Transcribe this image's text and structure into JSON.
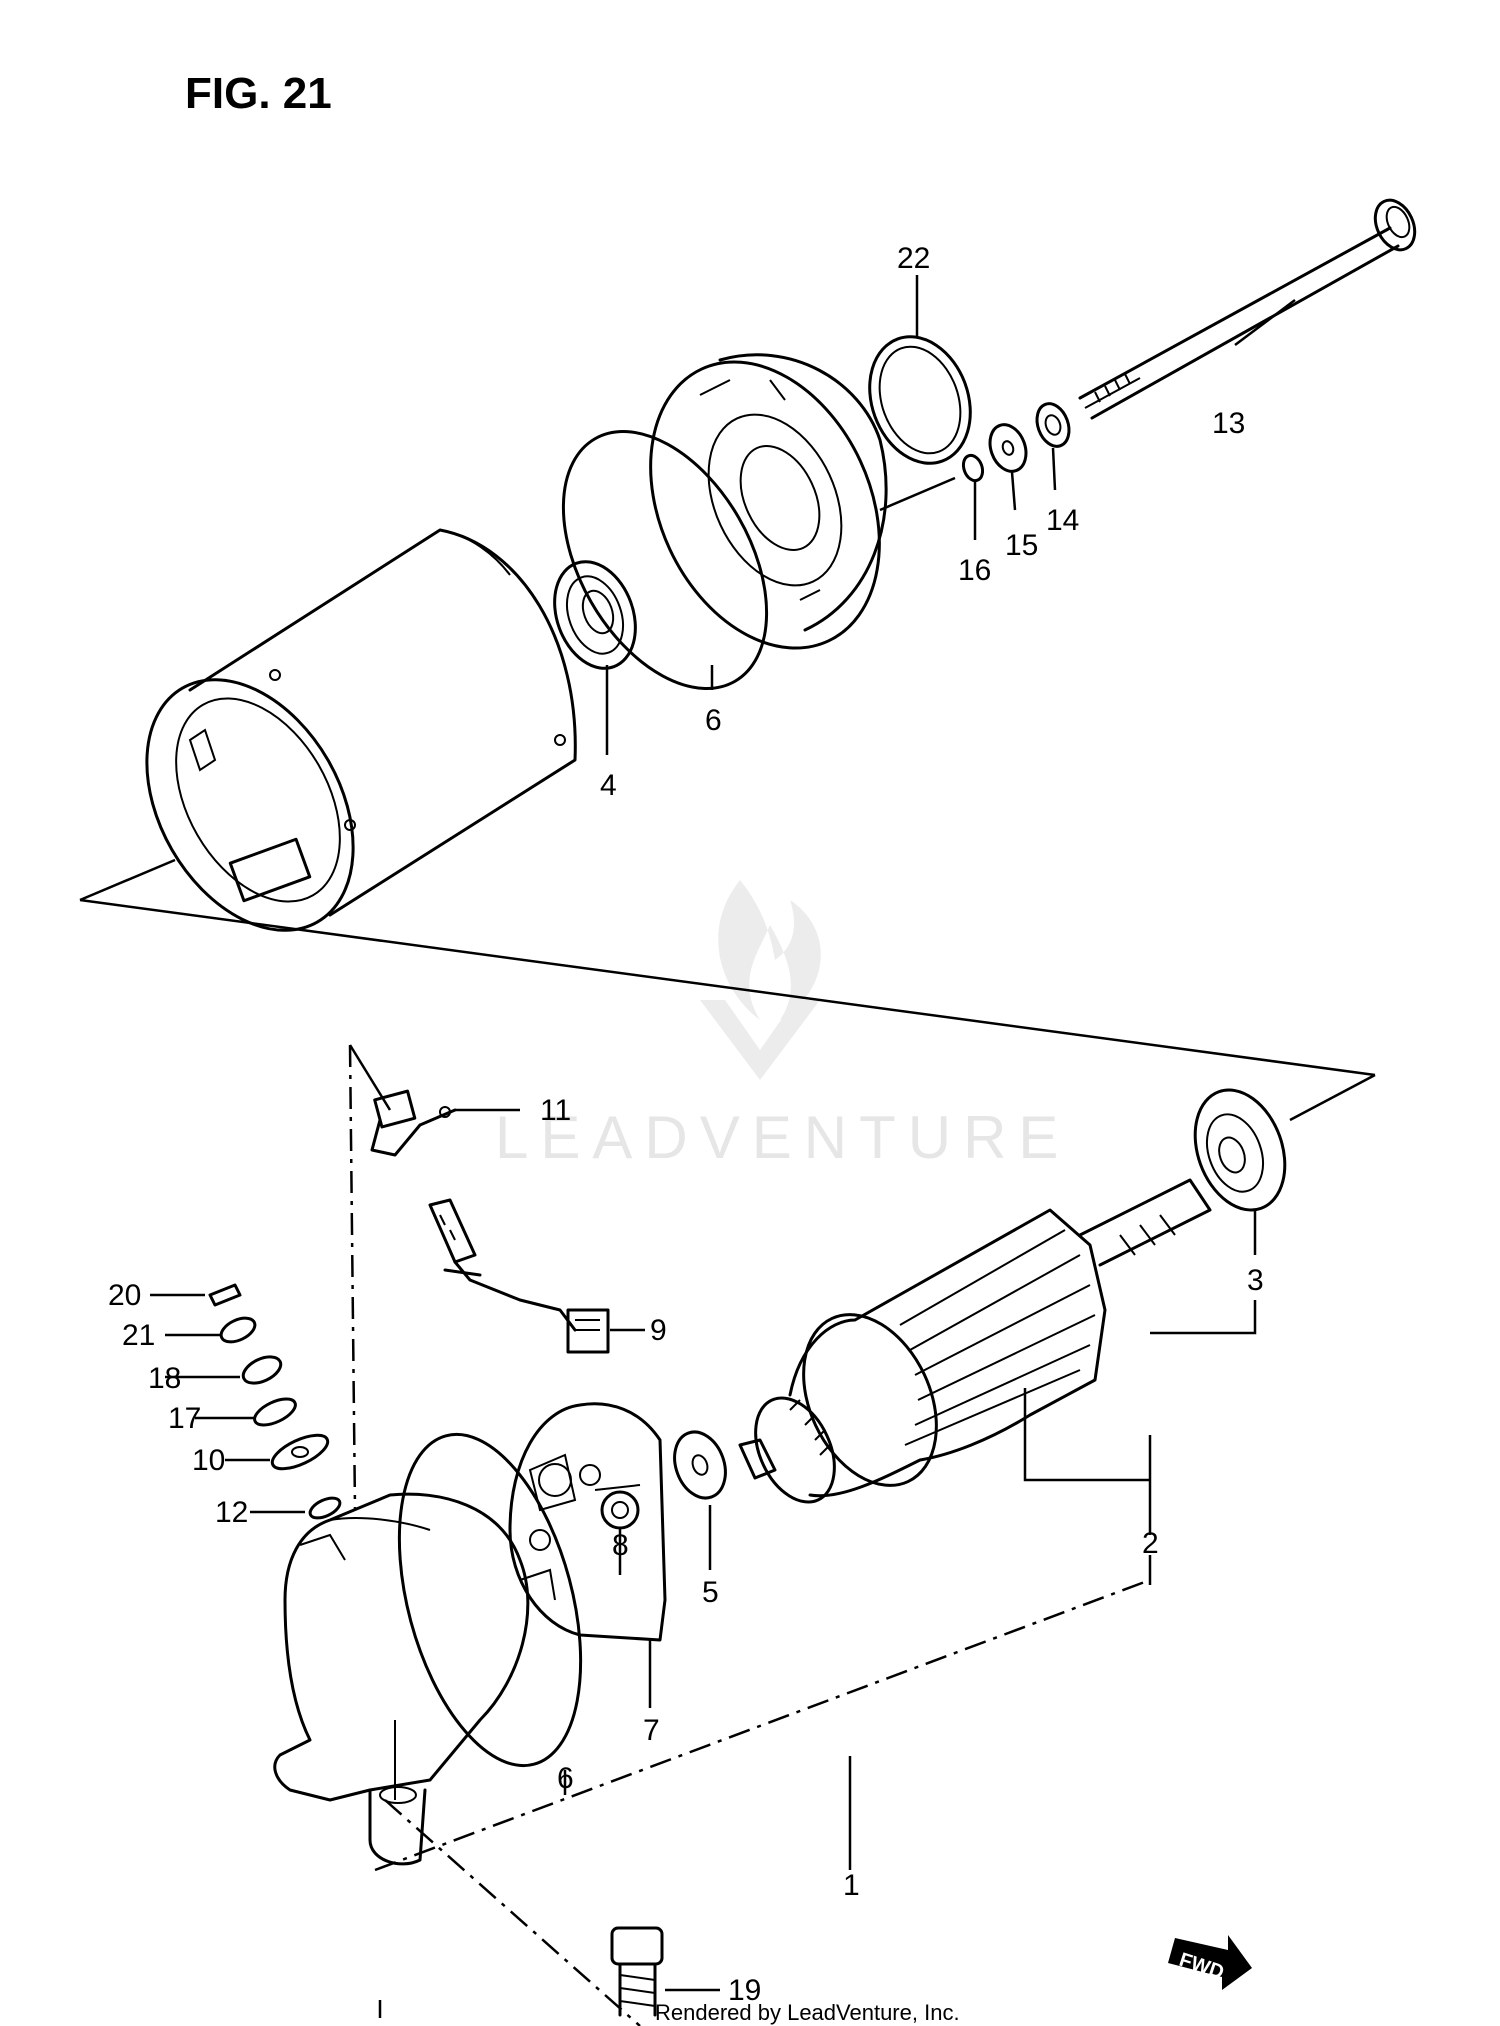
{
  "figure": {
    "title": "FIG. 21"
  },
  "watermark": {
    "text": "LEADVENTURE"
  },
  "credit": {
    "text": "Rendered by LeadVenture, Inc."
  },
  "fwd_badge": {
    "text": "FWD",
    "icon": "forward-arrow-icon"
  },
  "callouts": [
    {
      "id": "22",
      "part": "o-ring"
    },
    {
      "id": "13",
      "part": "through-bolt"
    },
    {
      "id": "14",
      "part": "washer"
    },
    {
      "id": "15",
      "part": "washer"
    },
    {
      "id": "16",
      "part": "washer"
    },
    {
      "id": "6",
      "part": "o-ring"
    },
    {
      "id": "4",
      "part": "bearing"
    },
    {
      "id": "11",
      "part": "terminal"
    },
    {
      "id": "20",
      "part": "nut"
    },
    {
      "id": "21",
      "part": "washer"
    },
    {
      "id": "18",
      "part": "washer"
    },
    {
      "id": "17",
      "part": "washer"
    },
    {
      "id": "10",
      "part": "insulator"
    },
    {
      "id": "12",
      "part": "o-ring"
    },
    {
      "id": "9",
      "part": "brush"
    },
    {
      "id": "3",
      "part": "bearing"
    },
    {
      "id": "2",
      "part": "armature"
    },
    {
      "id": "5",
      "part": "washer"
    },
    {
      "id": "8",
      "part": "brush-spring"
    },
    {
      "id": "7",
      "part": "brush-holder"
    },
    {
      "id": "6",
      "part": "o-ring"
    },
    {
      "id": "1",
      "part": "starter-motor-assembly"
    },
    {
      "id": "19",
      "part": "bolt"
    }
  ]
}
